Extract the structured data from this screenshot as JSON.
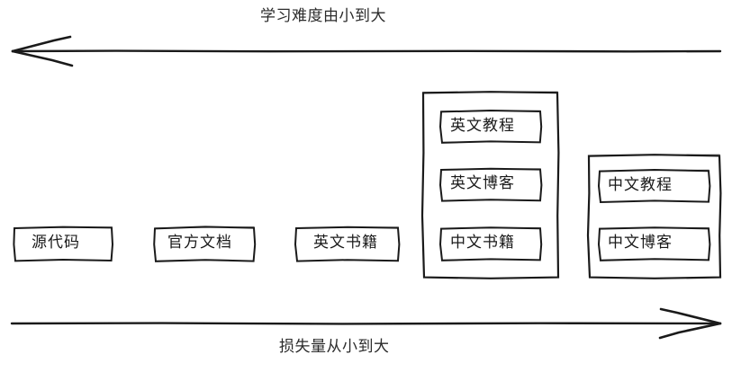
{
  "diagram": {
    "title_top": "学习难度由小到大",
    "title_bottom": "损失量从小到大",
    "stroke_color": "#1a1a1a",
    "background_color": "#ffffff",
    "axes": [
      {
        "name": "difficulty-axis",
        "label": "学习难度由小到大",
        "direction": "left",
        "position": "top"
      },
      {
        "name": "loss-axis",
        "label": "损失量从小到大",
        "direction": "right",
        "position": "bottom"
      }
    ],
    "nodes": [
      {
        "id": "n0",
        "label": "源代码"
      },
      {
        "id": "n1",
        "label": "官方文档"
      },
      {
        "id": "n2",
        "label": "英文书籍"
      }
    ],
    "groups": [
      {
        "id": "g0",
        "items": [
          {
            "id": "g0i0",
            "label": "英文教程"
          },
          {
            "id": "g0i1",
            "label": "英文博客"
          },
          {
            "id": "g0i2",
            "label": "中文书籍"
          }
        ]
      },
      {
        "id": "g1",
        "items": [
          {
            "id": "g1i0",
            "label": "中文教程"
          },
          {
            "id": "g1i1",
            "label": "中文博客"
          }
        ]
      }
    ]
  }
}
